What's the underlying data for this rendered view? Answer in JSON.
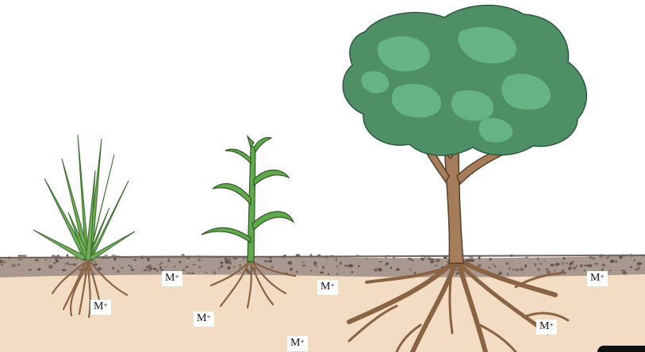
{
  "ion_labels": [
    {
      "base": "M",
      "charge": "+"
    },
    {
      "base": "M",
      "charge": "+"
    },
    {
      "base": "M",
      "charge": "+"
    },
    {
      "base": "M",
      "charge": "+"
    },
    {
      "base": "M",
      "charge": "+"
    },
    {
      "base": "M",
      "charge": "+"
    },
    {
      "base": "M",
      "charge": "+"
    }
  ],
  "colors": {
    "soil": "#f2dcc4",
    "topsoil": "#a8988f",
    "gravel": "#5e5248",
    "grass": "#6fae57",
    "stem": "#62a84e",
    "leaf_canopy": "#4e8f66",
    "trunk": "#a67d5a",
    "roots": "#8a6342"
  },
  "plants": [
    "grass",
    "young-plant",
    "tree"
  ]
}
